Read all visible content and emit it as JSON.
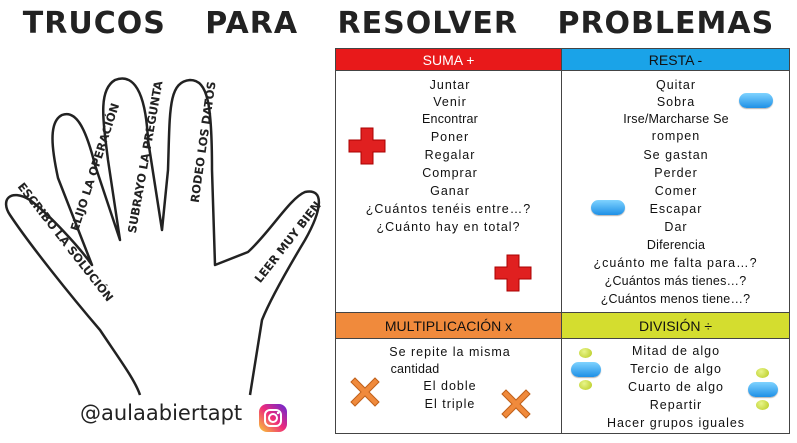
{
  "title": [
    "TRUCOS",
    "PARA",
    "RESOLVER",
    "PROBLEMAS"
  ],
  "hand": {
    "fingers": [
      "ESCRIBO LA SOLUCIÓN",
      "ELIJO LA OPERACIÓN",
      "SUBRAYO LA PREGUNTA",
      "RODEO LOS DATOS",
      "LEER MUY BIEN"
    ]
  },
  "footer": {
    "handle": "@aulaabiertapt",
    "icon": "instagram-icon"
  },
  "colors": {
    "suma": "#e8191a",
    "resta": "#1aa3e8",
    "multiplicacion": "#f08a3c",
    "division": "#d4dd2f"
  },
  "suma": {
    "header": "SUMA +",
    "items": [
      "Juntar",
      "Venir",
      "Encontrar",
      "Poner",
      "Regalar",
      "Comprar",
      "Ganar",
      "¿Cuántos tenéis entre…?",
      "¿Cuánto hay en total?"
    ]
  },
  "resta": {
    "header": "RESTA -",
    "items": [
      "Quitar",
      "Sobra",
      "Irse/Marcharse Se",
      "rompen",
      "Se gastan",
      "Perder",
      "Comer",
      "Escapar",
      "Dar",
      "Diferencia",
      "¿cuánto me falta para…?",
      "¿Cuántos más tienes…?",
      "¿Cuántos menos tiene…?"
    ]
  },
  "multiplicacion": {
    "header": "MULTIPLICACIÓN x",
    "items": [
      "Se repite la misma",
      "cantidad",
      "El doble",
      "El triple"
    ]
  },
  "division": {
    "header": "DIVISIÓN ÷",
    "items": [
      "Mitad de algo",
      "Tercio de algo",
      "Cuarto de algo",
      "Repartir",
      "Hacer grupos iguales"
    ]
  }
}
